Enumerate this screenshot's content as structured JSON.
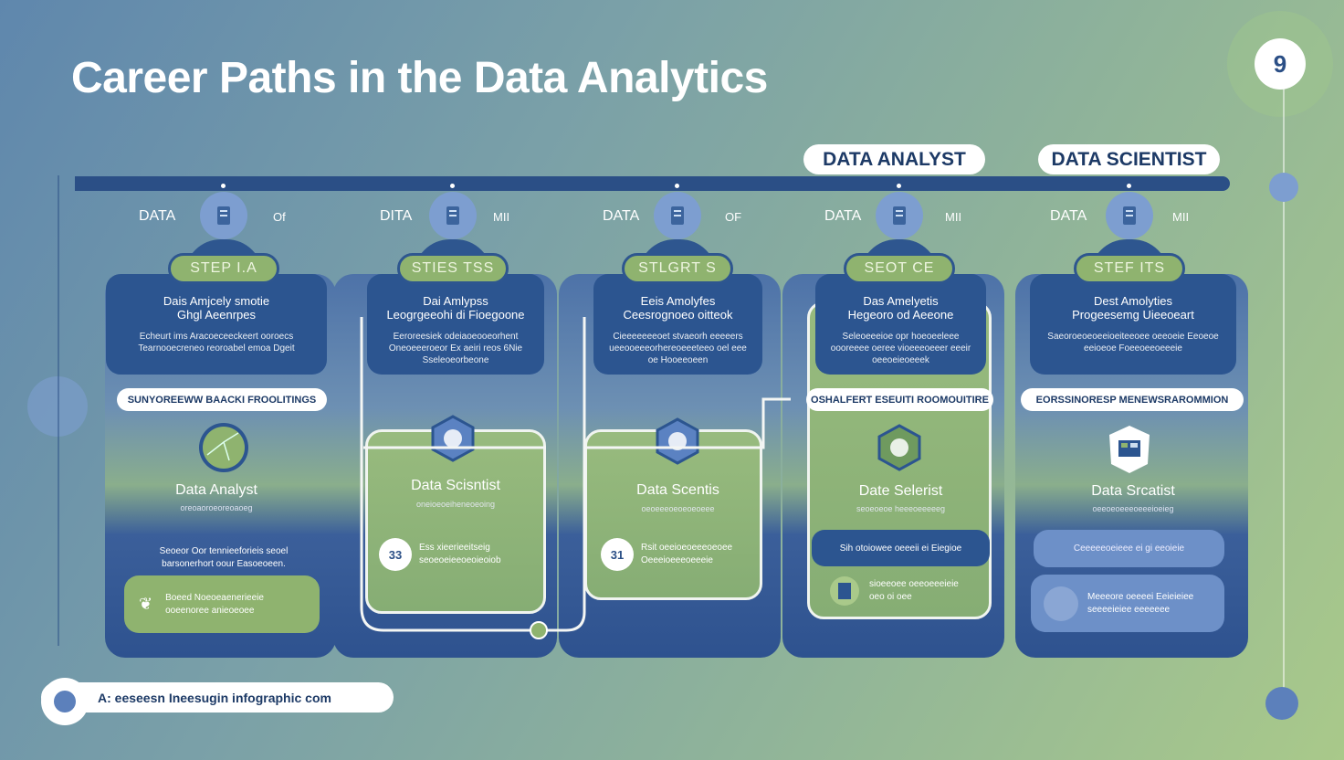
{
  "title": "Career Paths in the Data Analytics",
  "header_pills": [
    "DATA ANALYST",
    "DATA SCIENTIST"
  ],
  "corner_badge": "9",
  "footer": "A: eeseesn Ineesugin infographic com",
  "columns": [
    {
      "left_label": "DATA",
      "right_label": "Of",
      "step": "STEP I.A",
      "box_title": "Dais Amjcely smotie",
      "box_subtitle": "Ghgl Aeenrpes",
      "box_desc": "Echeurt ims Aracoeceeckeert ooroecs Tearnooecreneo reoroabel emoa Dgeit",
      "pill_label": "SUNYOREEWW BAACKI FROOLITINGS",
      "role": "Data Analyst",
      "role_sub": "oreoaoroeoreoaoeg",
      "desc": "Seoeor Oor tennieeforieis seoel barsonerhort oour Easoeoeen.",
      "item_text": "Boeed Noeoeaenerieeie ooeenoree anieoeoee",
      "icon": "chart-globe-icon"
    },
    {
      "left_label": "DITA",
      "right_label": "MII",
      "step": "STIES TSS",
      "box_title": "Dai Amlypss",
      "box_subtitle": "Leogrgeeohi di Fioegoone",
      "box_desc": "Eeroreesiek odeiaoeooeorhent Oneoeeeroeor Ex aeiri reos 6Nie Sseleoeorbeone",
      "role": "Data Scisntist",
      "role_sub": "oneioeoeiheneoeoing",
      "badge": "33",
      "item_text": "Ess xieerieeitseig seoeoeieeoeoieoiob",
      "icon": "network-hexagon-icon"
    },
    {
      "left_label": "DATA",
      "right_label": "OF",
      "step": "STLGRT S",
      "box_title": "Eeis Amolyfes",
      "box_subtitle": "Ceesrognoeo oitteok",
      "box_desc": "Cieeeeeeeoet stvaeorh eeeeers ueeooeeeorhereoeeeteeo oel eee oe Hooeeoeen",
      "role": "Data Scentis",
      "role_sub": "oeoeeeoeoeoeoeee",
      "badge": "31",
      "item_text": "Rsit oeeioeoeeeoeoee Oeeeioeeeoeeeie",
      "icon": "molecule-hexagon-icon"
    },
    {
      "left_label": "DATA",
      "right_label": "MII",
      "step": "SEOT CE",
      "box_title": "Das Amelyetis",
      "box_subtitle": "Hegeoro od Aeeone",
      "box_desc": "Seleoeeeioe opr hoeoeeleee oooreeee oeree vioeeeoeeer eeeir oeeoeieoeeek",
      "pill_label": "OSHALFERT ESEUITI ROOMOUITIRE",
      "role": "Date Selerist",
      "role_sub": "seoeoeoe heeeoeeeeeg",
      "dark_pill": "Sih otoiowee oeeeii ei Eiegioe",
      "item_text": "sioeeoee oeeoeeeieie oeo oi oee",
      "icon": "shield-leaf-icon"
    },
    {
      "left_label": "DATA",
      "right_label": "MII",
      "step": "STEF ITS",
      "box_title": "Dest Amolyties",
      "box_subtitle": "Progeesemg Uieeoeart",
      "box_desc": "Saeoroeoeoeeioeiteeoee oeeoeie Eeoeoe eeioeoe Foeeoeeoeeeie",
      "pill_label": "EORSSINORESP MENEWSRAROMMION",
      "role": "Data Srcatist",
      "role_sub": "oeeoeoeeeoeeeioeieg",
      "light_pill": "Ceeeeeoeieee ei gi eeoieie",
      "item_text": "Meeeore oeeeei Eeieieiee seeeeieiee eeeeeee",
      "icon": "grid-shield-icon"
    }
  ],
  "colors": {
    "navy": "#2c5590",
    "green": "#8fb36f",
    "bg_start": "#5f87ad",
    "bg_end": "#a9c98a"
  }
}
